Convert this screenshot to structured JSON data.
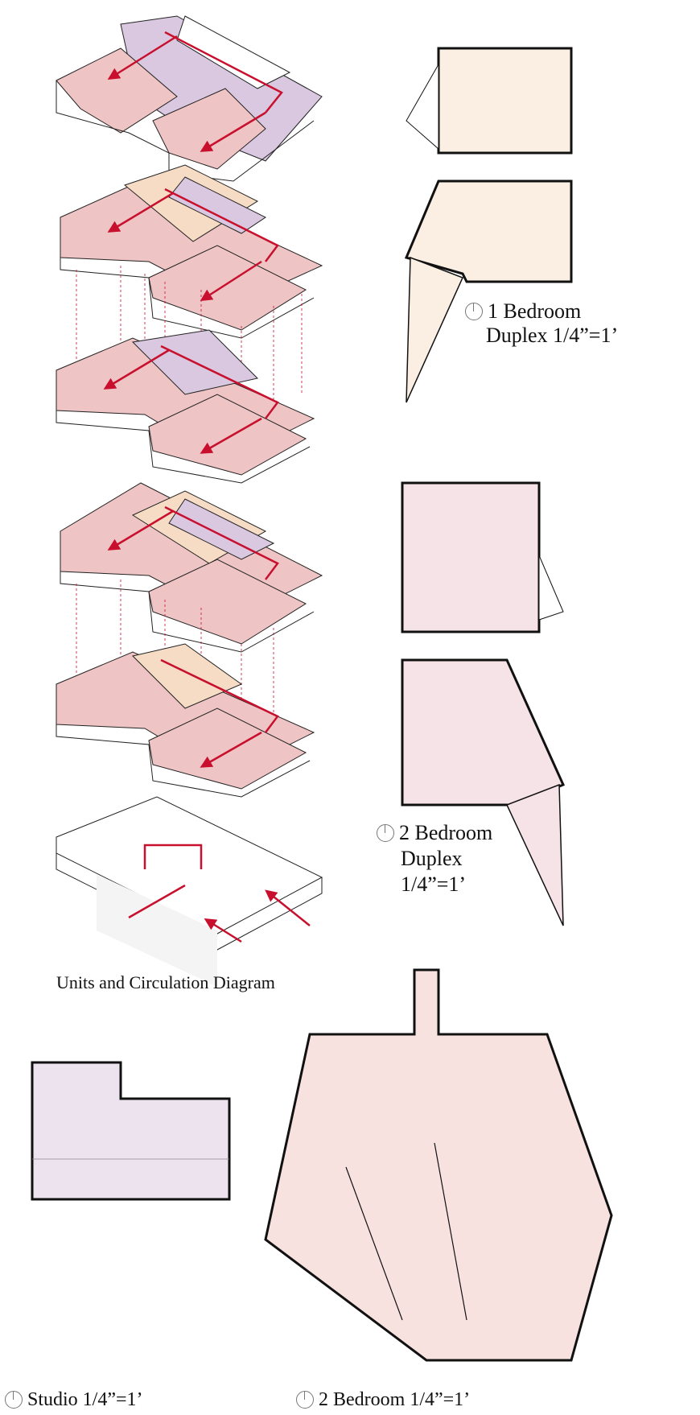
{
  "diagram_caption": "Units and Circulation Diagram",
  "plans": {
    "one_bedroom_duplex": {
      "line1": "1 Bedroom",
      "line2": "Duplex   1/4”=1’",
      "color": "#fbeee3"
    },
    "two_bedroom_duplex": {
      "line1": "2 Bedroom",
      "line2": "Duplex",
      "line3": "1/4”=1’",
      "color": "#f6e3e8"
    },
    "studio": {
      "label": "Studio  1/4”=1’",
      "color": "#ece3ef"
    },
    "two_bedroom": {
      "label": "2 Bedroom  1/4”=1’",
      "color": "#f8e2e0"
    }
  },
  "colors": {
    "circulation": "#c8102e",
    "unit_pink": "#efc4c4",
    "unit_purple": "#d9c8e0",
    "unit_peach": "#f6dcc4",
    "north_arrow": "north-arrow-icon"
  }
}
